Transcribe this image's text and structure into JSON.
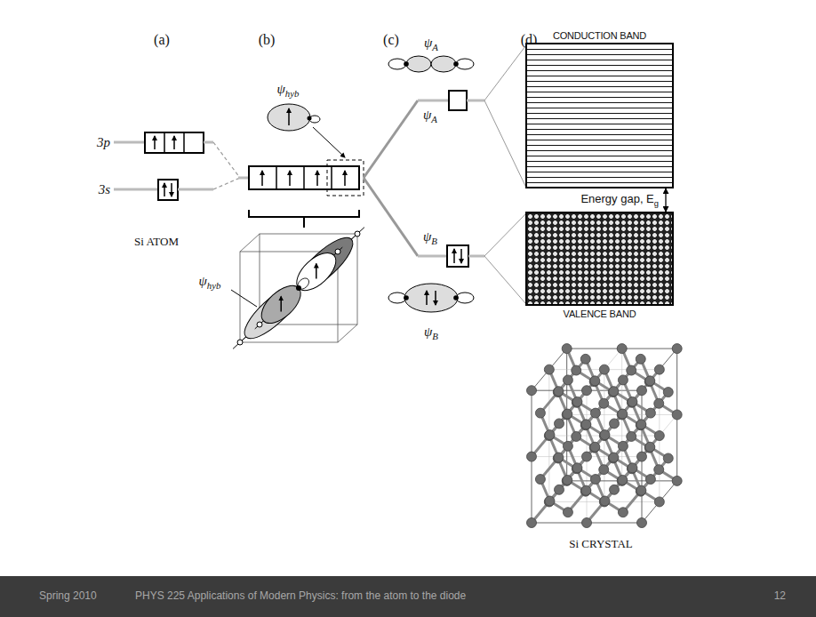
{
  "diagram": {
    "nodes": [
      {
        "text": [
          "CONDUCTION BAND"
        ]
      },
      {
        "text": [
          "VALENCE BAND"
        ]
      }
    ],
    "edges": [
      {
        "from": 0,
        "to": 1,
        "arrow": "both",
        "label": "Energy gap, Eg"
      }
    ],
    "labels": [
      "(a)",
      "(b)",
      "(c)",
      "(d)",
      "3p",
      "3s",
      "Si ATOM",
      "ψhyb",
      "ψhyb",
      "ψA",
      "ψA",
      "ψB",
      "ψB",
      "Si CRYSTAL",
      "Spring 2010",
      "PHYS 225 Applications of Modern Physics: from the atom to the diode",
      "12"
    ]
  }
}
